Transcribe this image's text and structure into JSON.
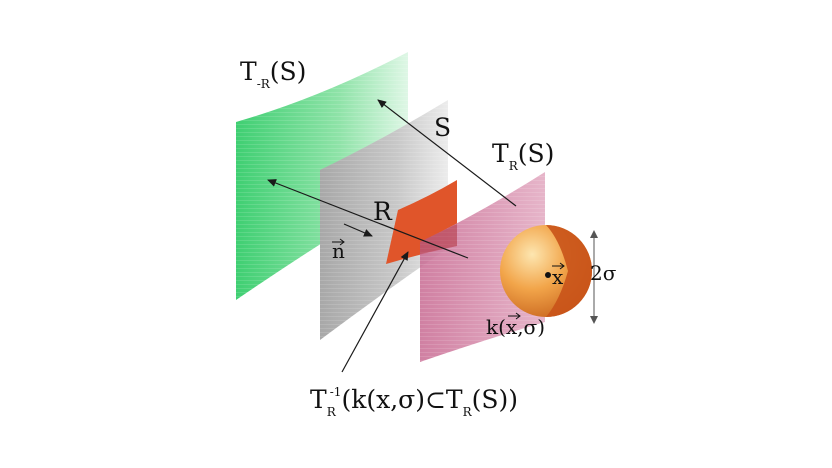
{
  "labels": {
    "t_minus_r_s": {
      "main": "T",
      "sub": "-R",
      "tail": "(S)"
    },
    "s": "S",
    "t_r_s": {
      "main": "T",
      "sub": "R",
      "tail": "(S)"
    },
    "r": "R",
    "n": "n",
    "x": "x",
    "two_sigma": "2σ",
    "kernel": "k(x,σ)",
    "equation": {
      "t": "T",
      "sub_r": "R",
      "sup": "-1",
      "middle": "(k(x,σ)⊂T",
      "sub_r2": "R",
      "end": "(S))"
    }
  },
  "colors": {
    "surface_t_minus_r": "#4fd17a",
    "surface_s": "#b3b3b3",
    "surface_t_r": "#cf6a94",
    "region_r": "#e0552a",
    "sphere": "#f0a246",
    "sphere_dark": "#c9531a",
    "arrow": "#1a1a1a"
  }
}
